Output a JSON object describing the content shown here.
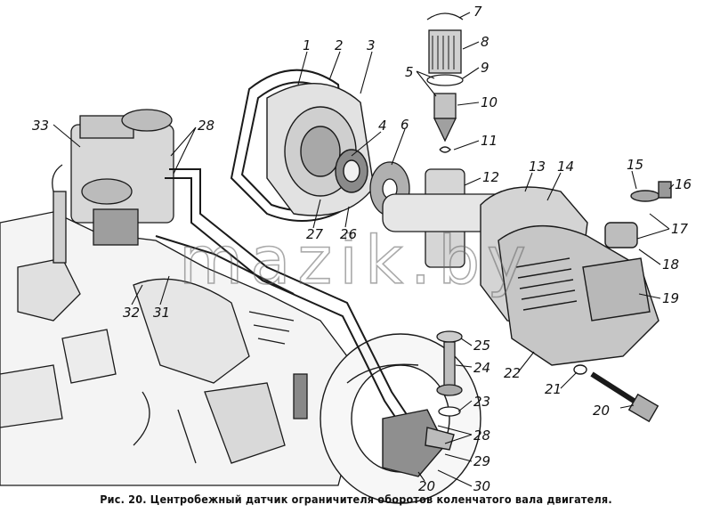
{
  "caption": "Рис. 20. Центробежный датчик ограничителя оборотов коленчатого вала двигателя.",
  "watermark": "mazik.by",
  "callouts": [
    "1",
    "2",
    "3",
    "4",
    "5",
    "6",
    "7",
    "8",
    "9",
    "10",
    "11",
    "12",
    "13",
    "14",
    "15",
    "16",
    "17",
    "18",
    "19",
    "20",
    "21",
    "22",
    "23",
    "24",
    "25",
    "26",
    "27",
    "28",
    "29",
    "30",
    "31",
    "32",
    "33"
  ],
  "colors": {
    "ink": "#1a1a1a",
    "paper": "#ffffff"
  }
}
